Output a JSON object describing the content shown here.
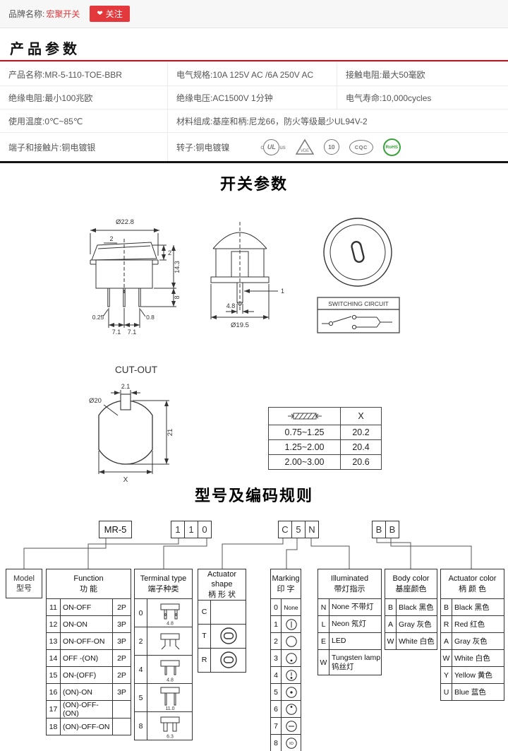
{
  "colors": {
    "accent_red": "#e4393c",
    "line_red": "#e60014",
    "rohs_green": "#39a23a"
  },
  "topbar": {
    "brand_label": "品牌名称:",
    "brand_name": "宏聚开关",
    "heart": "❤",
    "follow": "关注"
  },
  "product_section": {
    "title": "产品参数",
    "rows": {
      "r1c1": "产品名称:MR-5-110-TOE-BBR",
      "r1c2": "电气规格:10A  125V  AC /6A  250V  AC",
      "r1c3": "接触电阻:最大50毫欧",
      "r2c1": "绝缘电阻:最小100兆欧",
      "r2c2": "绝缘电压:AC1500V 1分钟",
      "r2c3": "电气寿命:10,000cycles",
      "r3c1": "使用温度:0℃~85℃",
      "r3c2": "材料组成:基座和柄:尼龙66，防火等级最少UL94V-2",
      "r4c1": "端子和接触片:铜电镀银",
      "r4c2": "转子:铜电镀镍"
    },
    "certs": {
      "ul_c": "c",
      "ul": "UL",
      "ul_us": "us",
      "vde": "VDE",
      "enec": "10",
      "cqc": "CQC",
      "rohs": "RoHS"
    }
  },
  "switch_section": {
    "title": "开关参数",
    "dims": {
      "top_dia": "Ø22.8",
      "top_small": "2",
      "right_small": "2",
      "body_h": "14.3",
      "pin_len": "8",
      "pin_t1": "0.25",
      "pin_t2": "0.8",
      "pitch1": "7.1",
      "pitch2": "7.1",
      "front_pin": "1",
      "front_pin_w": "4.8",
      "front_dia": "Ø19.5"
    },
    "circuit_label": "SWITCHING CIRCUIT",
    "cutout": {
      "title": "CUT-OUT",
      "dia": "Ø20",
      "tab": "2.1",
      "height": "21",
      "width": "X"
    },
    "cutout_table": {
      "col2": "X",
      "rows": [
        [
          "0.75~1.25",
          "20.2"
        ],
        [
          "1.25~2.00",
          "20.4"
        ],
        [
          "2.00~3.00",
          "20.6"
        ]
      ]
    }
  },
  "coding_section": {
    "title": "型号及编码规则",
    "model": "MR-5",
    "digits": [
      "1",
      "1",
      "0"
    ],
    "letters": [
      "C",
      "5",
      "N"
    ],
    "color_codes": [
      "B",
      "B"
    ],
    "model_table": {
      "en": "Model",
      "cn": "型号"
    },
    "function_table": {
      "en": "Function",
      "cn": "功  能",
      "rows": [
        {
          "code": "11",
          "fn": "ON-OFF",
          "p": "2P"
        },
        {
          "code": "12",
          "fn": "ON-ON",
          "p": "3P"
        },
        {
          "code": "13",
          "fn": "ON-OFF-ON",
          "p": "3P"
        },
        {
          "code": "14",
          "fn": "OFF -(ON)",
          "p": "2P"
        },
        {
          "code": "15",
          "fn": "ON-(OFF)",
          "p": "2P"
        },
        {
          "code": "16",
          "fn": "(ON)-ON",
          "p": "3P"
        },
        {
          "code": "17",
          "fn": "(ON)-OFF-(ON)",
          "p": ""
        },
        {
          "code": "18",
          "fn": "(ON)-OFF-ON",
          "p": ""
        }
      ]
    },
    "terminal_table": {
      "en": "Terminal type",
      "cn": "端子种类",
      "rows": [
        {
          "code": "0",
          "dim": "4.8"
        },
        {
          "code": "2",
          "dim": ""
        },
        {
          "code": "4",
          "dim": "4.8"
        },
        {
          "code": "5",
          "dim": "11.0"
        },
        {
          "code": "8",
          "dim": "6.3"
        }
      ]
    },
    "shape_table": {
      "en": "Actuator shape",
      "cn": "柄 形 状",
      "rows": [
        {
          "code": "C"
        },
        {
          "code": "T"
        },
        {
          "code": "R"
        }
      ]
    },
    "marking_table": {
      "en": "Marking",
      "cn": "印  字",
      "rows": [
        {
          "code": "0",
          "label": "None"
        },
        {
          "code": "1"
        },
        {
          "code": "2"
        },
        {
          "code": "3"
        },
        {
          "code": "4"
        },
        {
          "code": "5"
        },
        {
          "code": "6"
        },
        {
          "code": "7"
        },
        {
          "code": "8"
        }
      ]
    },
    "illum_table": {
      "en": "Illuminated",
      "cn": "带灯指示",
      "rows": [
        {
          "code": "N",
          "label": "None 不带灯"
        },
        {
          "code": "L",
          "label": "Neon 氖灯"
        },
        {
          "code": "E",
          "label": "LED"
        },
        {
          "code": "W",
          "label": "Tungsten lamp 钨丝灯"
        }
      ]
    },
    "body_color_table": {
      "en": "Body color",
      "cn": "基座颜色",
      "rows": [
        {
          "code": "B",
          "label": "Black 黑色"
        },
        {
          "code": "A",
          "label": "Gray 灰色"
        },
        {
          "code": "W",
          "label": "White 白色"
        }
      ]
    },
    "act_color_table": {
      "en": "Actuator color",
      "cn": "柄 颜 色",
      "rows": [
        {
          "code": "B",
          "label": "Black 黑色"
        },
        {
          "code": "R",
          "label": "Red 红色"
        },
        {
          "code": "A",
          "label": "Gray 灰色"
        },
        {
          "code": "W",
          "label": "White 白色"
        },
        {
          "code": "Y",
          "label": "Yellow 黄色"
        },
        {
          "code": "U",
          "label": "Blue 蓝色"
        }
      ]
    }
  }
}
